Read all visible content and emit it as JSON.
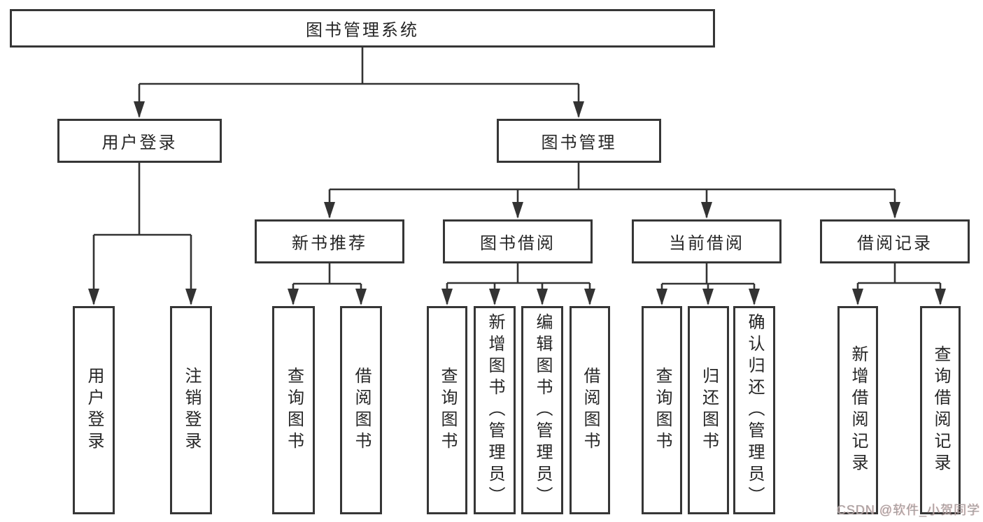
{
  "diagram": {
    "title": "图书管理系统",
    "branches": [
      {
        "label": "用户登录",
        "children": [
          {
            "label": "用户登录"
          },
          {
            "label": "注销登录"
          }
        ]
      },
      {
        "label": "图书管理",
        "children": [
          {
            "label": "新书推荐",
            "children": [
              {
                "label": "查询图书"
              },
              {
                "label": "借阅图书"
              }
            ]
          },
          {
            "label": "图书借阅",
            "children": [
              {
                "label": "查询图书"
              },
              {
                "label": "新增图书（管理员）"
              },
              {
                "label": "编辑图书（管理员）"
              },
              {
                "label": "借阅图书"
              }
            ]
          },
          {
            "label": "当前借阅",
            "children": [
              {
                "label": "查询图书"
              },
              {
                "label": "归还图书"
              },
              {
                "label": "确认归还（管理员）"
              }
            ]
          },
          {
            "label": "借阅记录",
            "children": [
              {
                "label": "新增借阅记录"
              },
              {
                "label": "查询借阅记录"
              }
            ]
          }
        ]
      }
    ]
  },
  "watermark": "CSDN @软件_小贺同学",
  "colors": {
    "line": "#333333",
    "box_border": "#363636",
    "text": "#262626",
    "watermark_text": "#a2a2a2",
    "background": "#ffffff"
  }
}
